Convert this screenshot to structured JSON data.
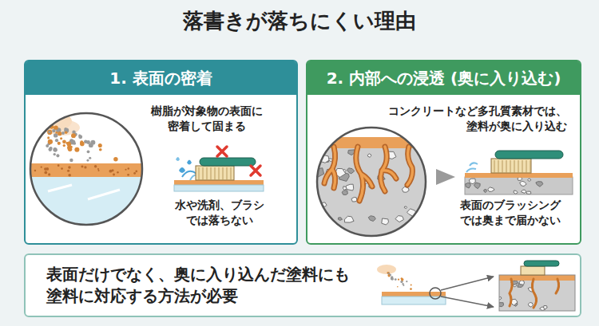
{
  "diagram": {
    "title": "落書きが落ちにくい理由",
    "nodes": [
      {
        "text": [
          "1. 表面の密着",
          "樹脂が対象物の表面に 密着して固まる",
          "水や洗剤、ブラシ では落ちない"
        ]
      },
      {
        "text": [
          "2. 内部への浸透 (奥に入り込む)",
          "コンクリートなど多孔質素材では、 塗料が奥に入り込む",
          "表面のブラッシング では奥まで届かない"
        ]
      },
      {
        "text": [
          "表面だけでなく、奥に入り込んだ塗料にも 塗料に対応する方法が必要"
        ]
      }
    ]
  }
}
